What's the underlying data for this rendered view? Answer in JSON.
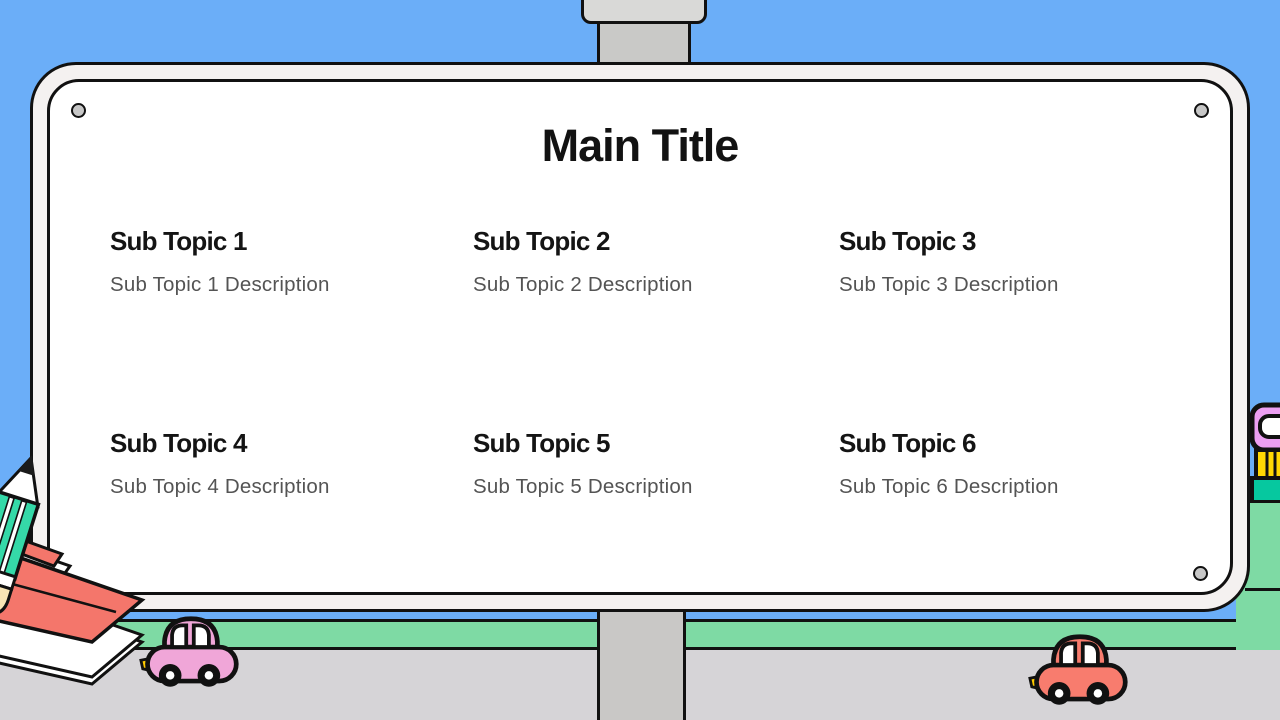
{
  "slide": {
    "main_title": "Main Title",
    "topics": [
      {
        "title": "Sub Topic 1",
        "description": "Sub Topic 1 Description"
      },
      {
        "title": "Sub Topic 2",
        "description": "Sub Topic 2 Description"
      },
      {
        "title": "Sub Topic 3",
        "description": "Sub Topic 3 Description"
      },
      {
        "title": "Sub Topic 4",
        "description": "Sub Topic 4 Description"
      },
      {
        "title": "Sub Topic 5",
        "description": "Sub Topic 5 Description"
      },
      {
        "title": "Sub Topic 6",
        "description": "Sub Topic 6 Description"
      }
    ]
  },
  "decorations": {
    "icons": [
      "pencil-icon",
      "notebook-icon",
      "pink-car-icon",
      "red-car-icon",
      "signboard",
      "signboard-pole",
      "signboard-cap",
      "screw",
      "bush",
      "grass-strip",
      "road",
      "stacked-blocks"
    ]
  },
  "colors": {
    "sky": "#6BAEF8",
    "grass": "#7EDAA4",
    "bush_left": "#9BD8AC",
    "road": "#D6D4D7",
    "pole": "#C9C8C6",
    "pole_cap": "#D9D9D7",
    "board_frame": "#F4F1F0",
    "board_face": "#FFFFFF",
    "screw": "#C7C7C7",
    "outline": "#111111",
    "title_text": "#121212",
    "description_text": "#545454",
    "pencil_body": "#35D9A8",
    "pencil_eraser": "#F8E5B5",
    "notebook_cover": "#F4766B",
    "car_pink": "#F0A6D8",
    "car_red": "#F87C6E",
    "headlight_yellow": "#FFCB00",
    "block_violet": "#EC9FF2",
    "block_yellow": "#FFD803",
    "block_teal": "#06C89F"
  }
}
